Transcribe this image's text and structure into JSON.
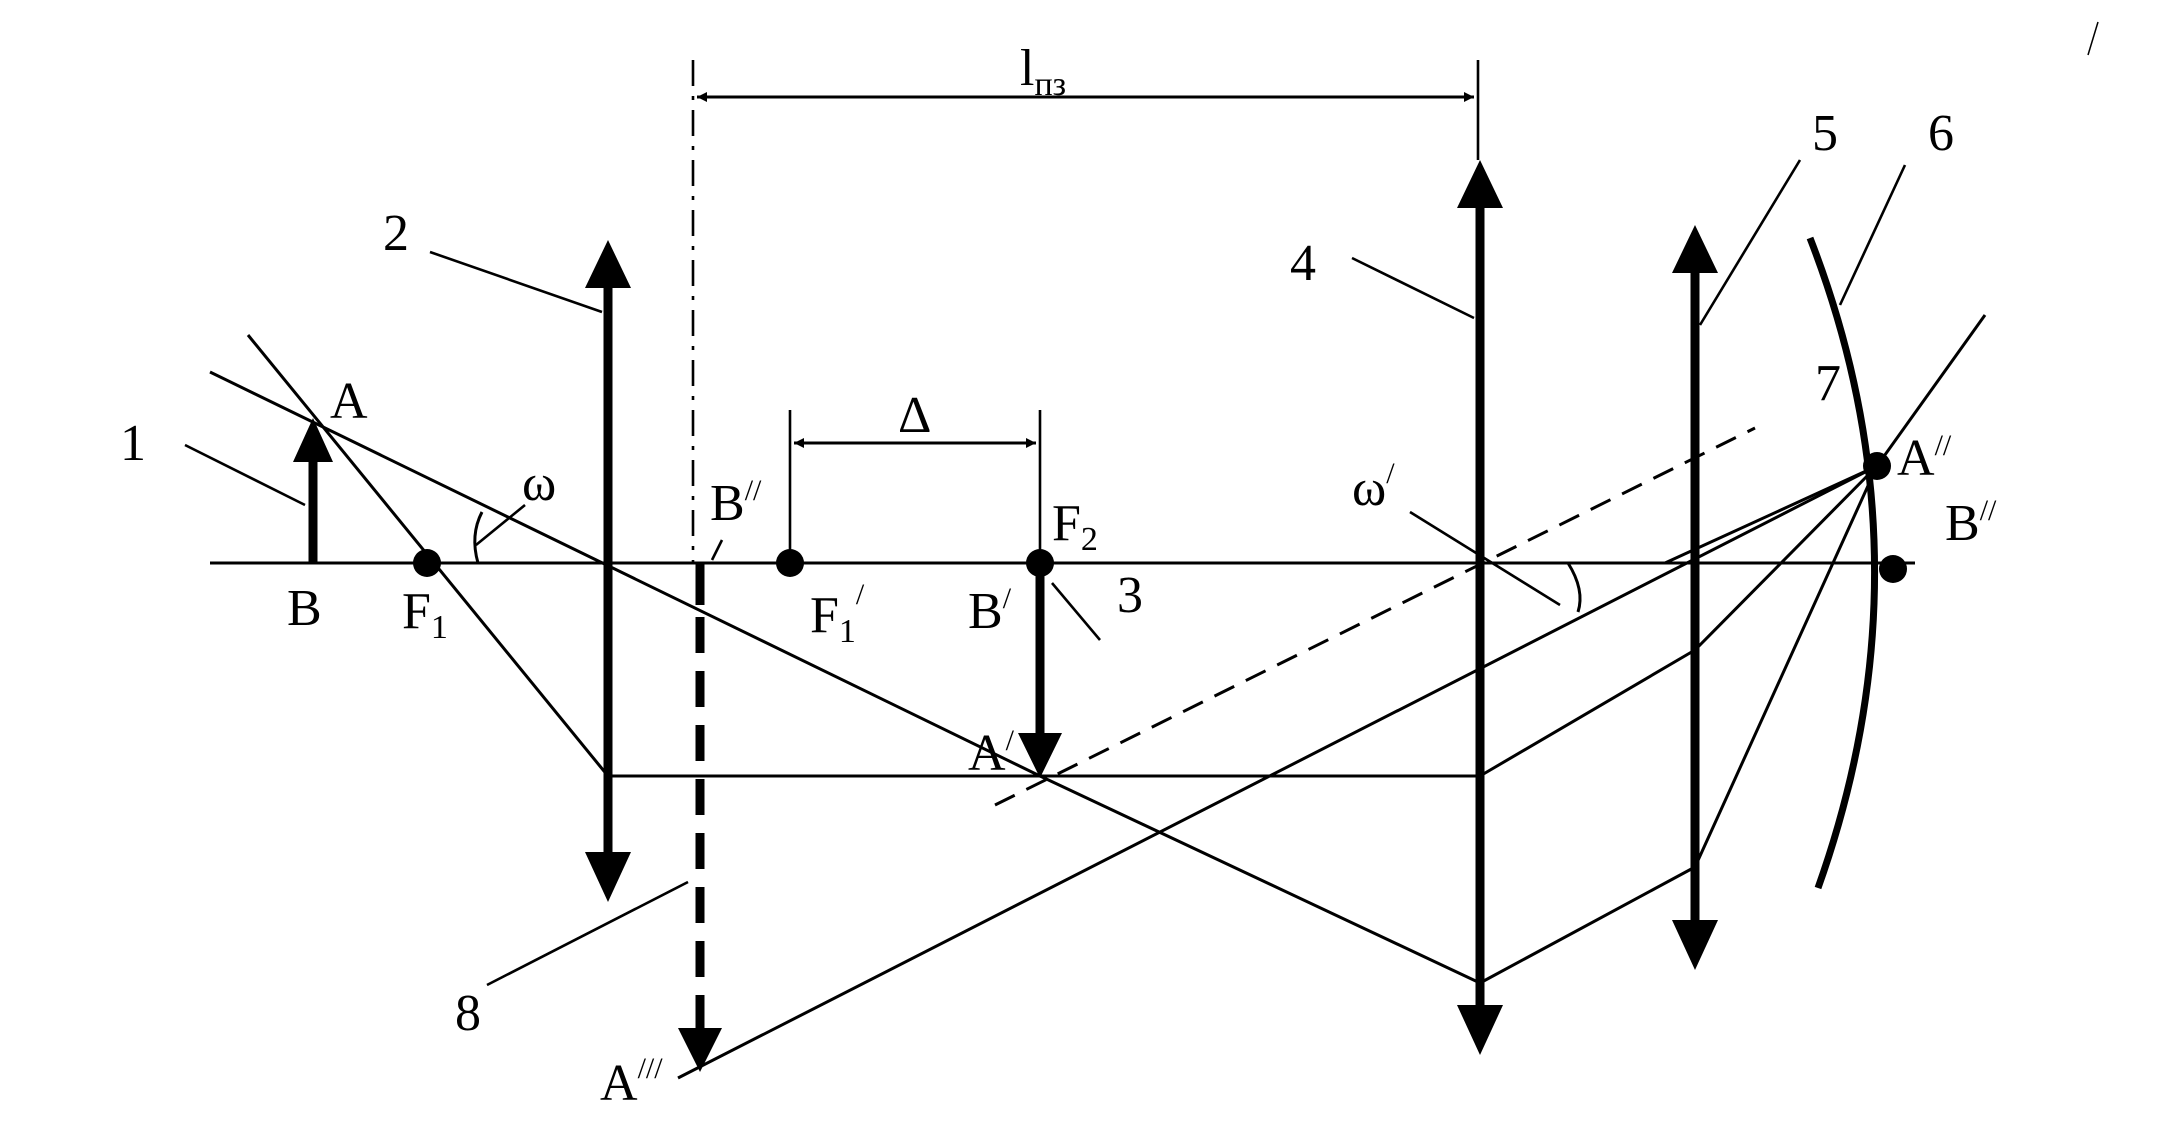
{
  "labels": {
    "A": "A",
    "B": "B",
    "F1_main": "F",
    "F1_sub": "1",
    "omega": "ω",
    "B2_main": "B",
    "B2_sup": "//",
    "F1p_main": "F",
    "F1p_sub": "1",
    "F1p_sup": "/",
    "delta": "Δ",
    "F2_main": "F",
    "F2_sub": "2",
    "Bp_main": "B",
    "Bp_sup": "/",
    "Ap_main": "A",
    "Ap_sup": "/",
    "omegap_main": "ω",
    "omegap_sup": "/",
    "App_main": "A",
    "App_sup": "//",
    "Bpp_main": "B",
    "Bpp_sup": "//",
    "Appp_main": "A",
    "Appp_sup": "///",
    "lpz_main": "l",
    "lpz_sub": "пз"
  },
  "numbers": {
    "n1": "1",
    "n2": "2",
    "n3": "3",
    "n4": "4",
    "n5": "5",
    "n6": "6",
    "n7": "7",
    "n8": "8"
  }
}
